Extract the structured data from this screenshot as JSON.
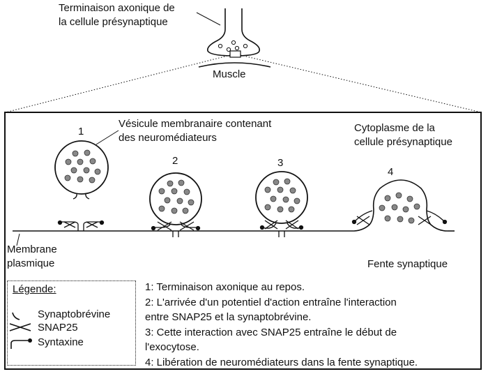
{
  "top": {
    "terminal_label_line1": "Terminaison axonique de",
    "terminal_label_line2": "la cellule présynaptique",
    "muscle_label": "Muscle"
  },
  "labels": {
    "vesicle_line1": "Vésicule membranaire contenant",
    "vesicle_line2": "des neuromédiateurs",
    "cytoplasm_line1": "Cytoplasme de la",
    "cytoplasm_line2": "cellule présynaptique",
    "membrane_line1": "Membrane",
    "membrane_line2": "plasmique",
    "cleft": "Fente synaptique"
  },
  "stage_numbers": [
    "1",
    "2",
    "3",
    "4"
  ],
  "legend": {
    "title": "Légende:",
    "items": [
      "Synaptobrévine",
      "SNAP25",
      "Syntaxine"
    ]
  },
  "steps": [
    "1: Terminaison axonique au repos.",
    "2: L'arrivée d'un potentiel d'action entraîne l'interaction",
    "entre SNAP25 et la synaptobrévine.",
    "3: Cette interaction avec SNAP25 entraîne le début de",
    "l'exocytose.",
    "4: Libération de neuromédiateurs dans la fente synaptique."
  ]
}
